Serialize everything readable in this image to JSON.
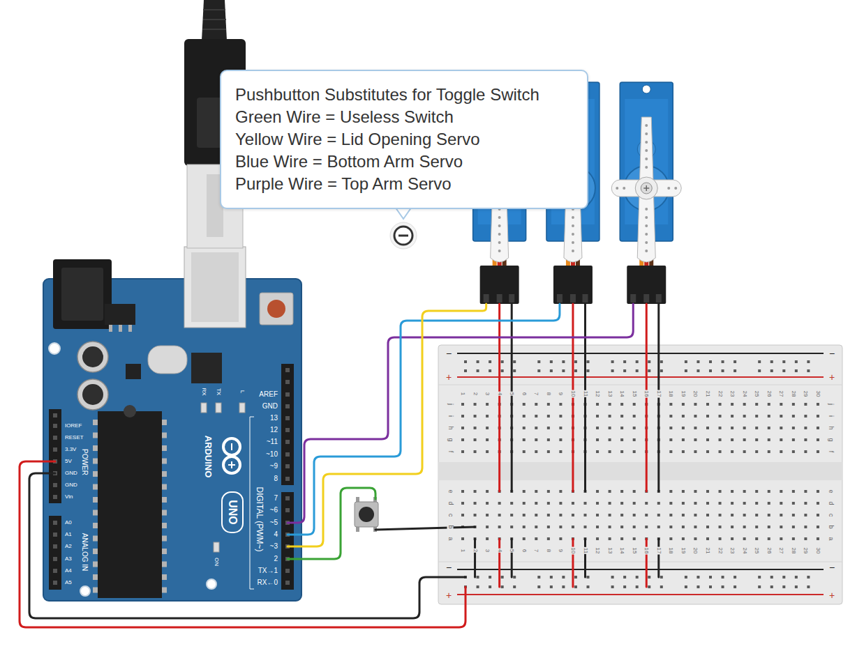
{
  "diagram": {
    "nodes": [
      {
        "text": [
          "Pushbutton Substitutes for Toggle Switch",
          "Green Wire = Useless Switch",
          "Yellow Wire = Lid Opening Servo",
          "Blue Wire = Bottom Arm Servo",
          "Purple Wire = Top Arm Servo"
        ]
      }
    ],
    "labels": [
      "AREF",
      "GND",
      "13",
      "12",
      "~11",
      "~10",
      "~9",
      "8",
      "7",
      "~6",
      "~5",
      "4",
      "~3",
      "2",
      "TX→1",
      "RX←0",
      "DIGITAL (PWM~)",
      "ARDUINO",
      "UNO",
      "RX",
      "TX",
      "L",
      "IOREF",
      "RESET",
      "3.3V",
      "5V",
      "GND",
      "GND",
      "Vin",
      "POWER",
      "A0",
      "A1",
      "A2",
      "A3",
      "A4",
      "A5",
      "ANALOG IN",
      "ON",
      "1",
      "2",
      "3",
      "4",
      "5",
      "6",
      "7",
      "8",
      "9",
      "10",
      "11",
      "12",
      "13",
      "14",
      "15",
      "16",
      "17",
      "18",
      "19",
      "20",
      "21",
      "22",
      "23",
      "24",
      "25",
      "26",
      "27",
      "28",
      "29",
      "30",
      "j",
      "i",
      "h",
      "g",
      "f",
      "j",
      "i",
      "h",
      "g",
      "f",
      "e",
      "d",
      "c",
      "b",
      "a",
      "e",
      "d",
      "c",
      "b",
      "a",
      "1",
      "2",
      "3",
      "4",
      "5",
      "6",
      "7",
      "8",
      "9",
      "10",
      "11",
      "12",
      "13",
      "14",
      "15",
      "16",
      "17",
      "18",
      "19",
      "20",
      "21",
      "22",
      "23",
      "24",
      "25",
      "26",
      "27",
      "28",
      "29",
      "30",
      "−",
      "+",
      "−",
      "+",
      "−",
      "+",
      "−",
      "+"
    ]
  }
}
